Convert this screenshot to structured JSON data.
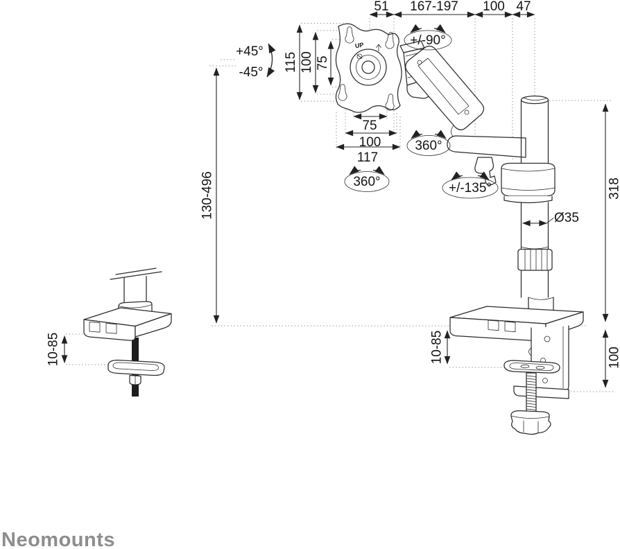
{
  "brand": {
    "wordmark": "Neomounts"
  },
  "labels": {
    "up": "UP",
    "top_dims": {
      "d51": "51",
      "d167_197": "167-197",
      "d100": "100",
      "d47": "47"
    },
    "vesa_vertical": {
      "d115": "115",
      "d100": "100",
      "d75": "75"
    },
    "vesa_horizontal": {
      "d75": "75",
      "d100": "100",
      "d117": "117"
    },
    "rotation": {
      "tilt_plus": "+45°",
      "tilt_minus": "-45°",
      "swivel_90": "+/-90°",
      "rotate_360_vesa": "360°",
      "rotate_360_arm": "360°",
      "swivel_135": "+/-135°"
    },
    "height": {
      "lift_range": "130-496",
      "pole": "318",
      "diameter": "Ø35"
    },
    "clamp": {
      "left_thickness": "10-85",
      "right_thickness": "10-85",
      "height": "100"
    }
  }
}
